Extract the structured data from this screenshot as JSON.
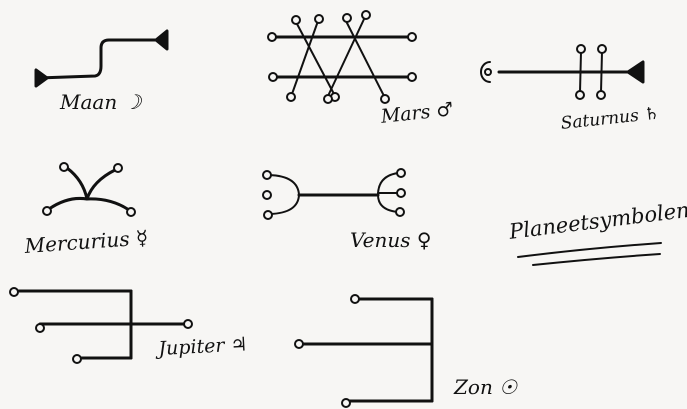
{
  "labels": {
    "maan": "Maan ☽",
    "mars": "Mars ♂",
    "saturnus": "Saturnus ♄",
    "mercurius": "Mercurius ☿",
    "venus": "Venus ♀",
    "title": "Planeetsymbolen",
    "jupiter": "Jupiter ♃",
    "zon": "Zon ☉"
  }
}
